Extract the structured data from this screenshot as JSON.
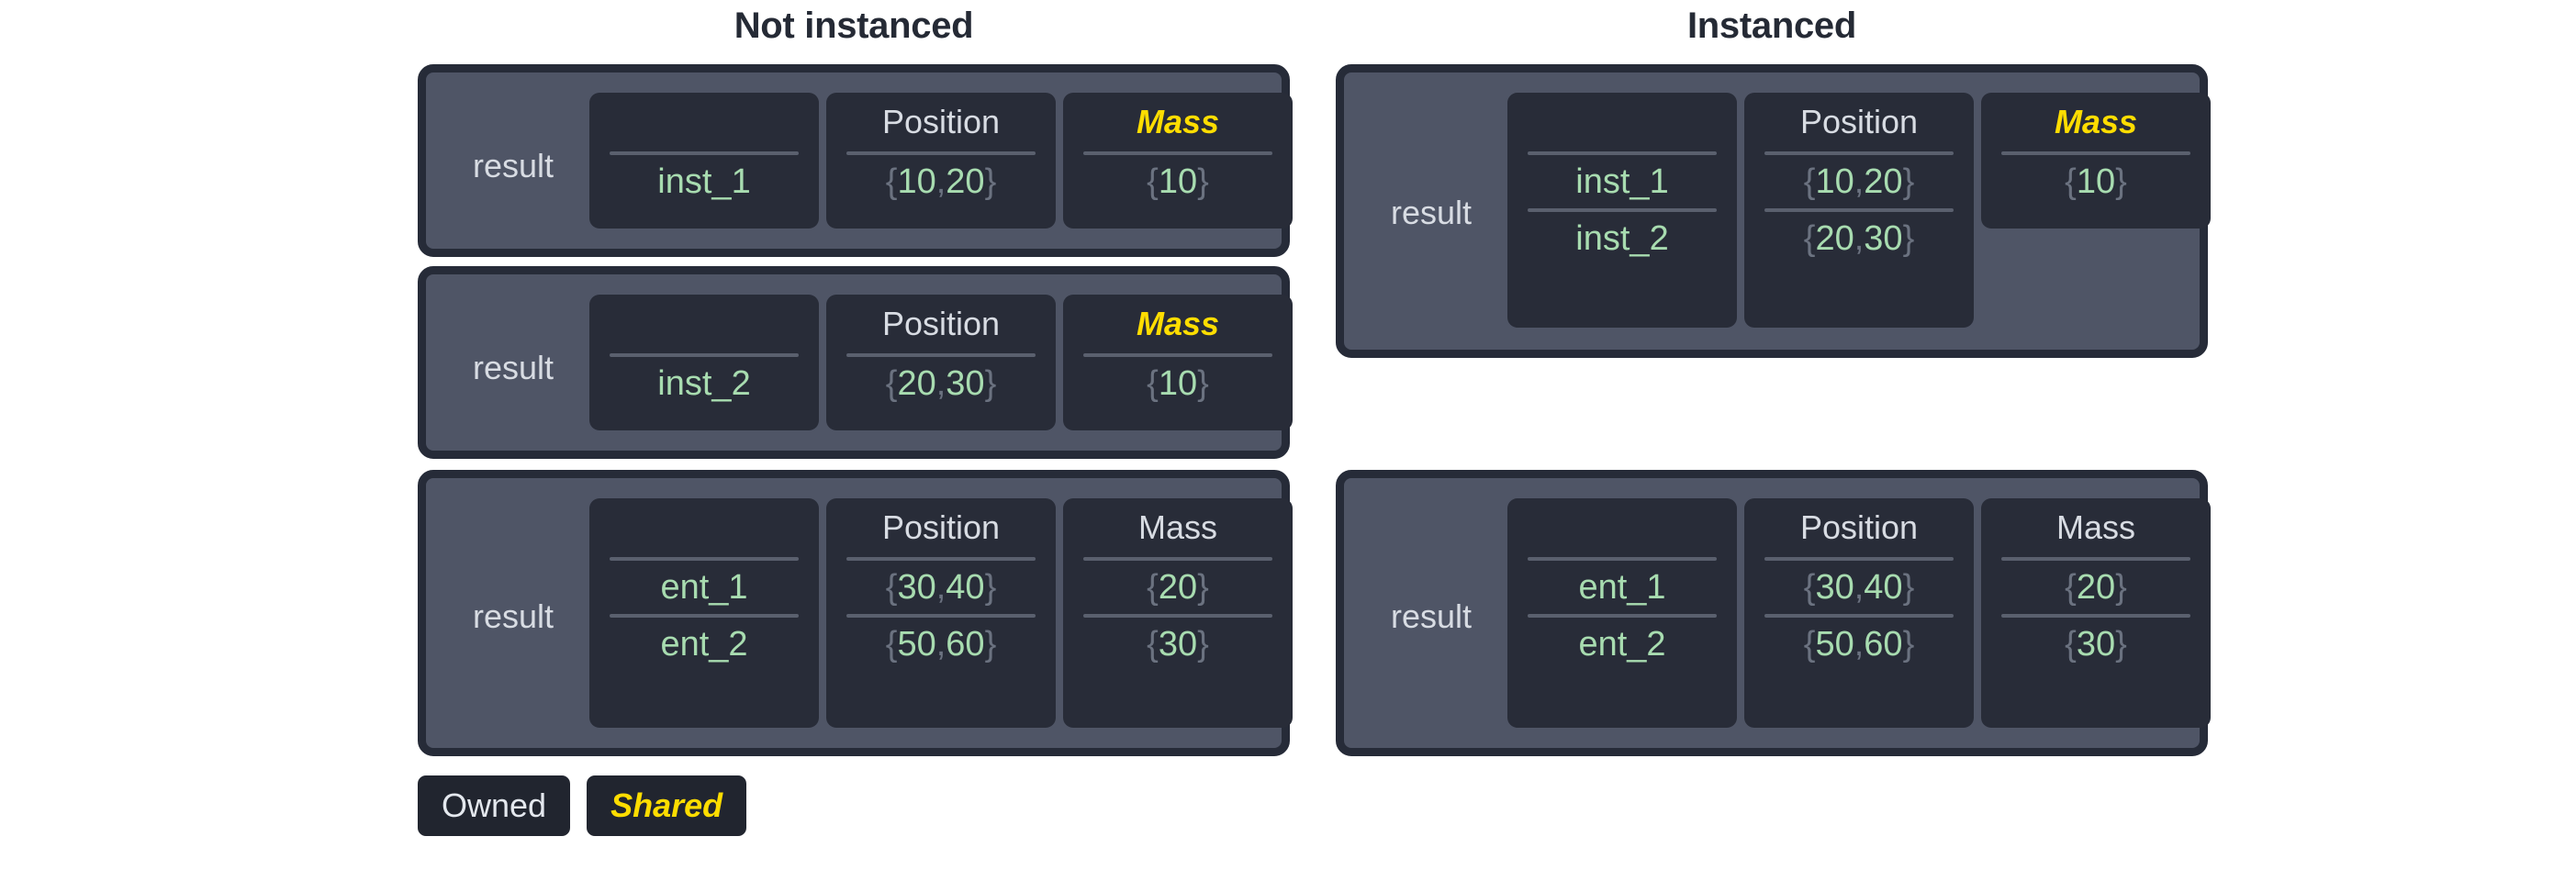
{
  "titles": {
    "left": "Not instanced",
    "right": "Instanced"
  },
  "owner_label": "result",
  "headers": {
    "blank": "",
    "position": "Position",
    "mass": "Mass"
  },
  "legend": {
    "owned": "Owned",
    "shared": "Shared"
  },
  "colors": {
    "page_background": "#ffffff",
    "title_text": "#252a35",
    "frame_border": "#262b38",
    "frame_body": "#4f5566",
    "column_card": "#282c38",
    "header_text": "#d8dce3",
    "shared_accent": "#ffdd00",
    "value_text": "#a8dcb0",
    "brace_text": "#6b7280",
    "separator": "#5a606e",
    "chip_background": "#21252f"
  },
  "tables": {
    "left_1": {
      "owner": "result",
      "columns": [
        {
          "header": "",
          "shared": false,
          "values": [
            "inst_1"
          ]
        },
        {
          "header": "Position",
          "shared": false,
          "values": [
            "{10, 20}"
          ]
        },
        {
          "header": "Mass",
          "shared": true,
          "values": [
            "{10}"
          ]
        }
      ]
    },
    "left_2": {
      "owner": "result",
      "columns": [
        {
          "header": "",
          "shared": false,
          "values": [
            "inst_2"
          ]
        },
        {
          "header": "Position",
          "shared": false,
          "values": [
            "{20, 30}"
          ]
        },
        {
          "header": "Mass",
          "shared": true,
          "values": [
            "{10}"
          ]
        }
      ]
    },
    "left_3": {
      "owner": "result",
      "columns": [
        {
          "header": "",
          "shared": false,
          "values": [
            "ent_1",
            "ent_2"
          ]
        },
        {
          "header": "Position",
          "shared": false,
          "values": [
            "{30, 40}",
            "{50, 60}"
          ]
        },
        {
          "header": "Mass",
          "shared": false,
          "values": [
            "{20}",
            "{30}"
          ]
        }
      ]
    },
    "right_1": {
      "owner": "result",
      "columns": [
        {
          "header": "",
          "shared": false,
          "values": [
            "inst_1",
            "inst_2"
          ]
        },
        {
          "header": "Position",
          "shared": false,
          "values": [
            "{10, 20}",
            "{20, 30}"
          ]
        },
        {
          "header": "Mass",
          "shared": true,
          "values": [
            "{10}"
          ]
        }
      ]
    },
    "right_2": {
      "owner": "result",
      "columns": [
        {
          "header": "",
          "shared": false,
          "values": [
            "ent_1",
            "ent_2"
          ]
        },
        {
          "header": "Position",
          "shared": false,
          "values": [
            "{30, 40}",
            "{50, 60}"
          ]
        },
        {
          "header": "Mass",
          "shared": false,
          "values": [
            "{20}",
            "{30}"
          ]
        }
      ]
    }
  }
}
